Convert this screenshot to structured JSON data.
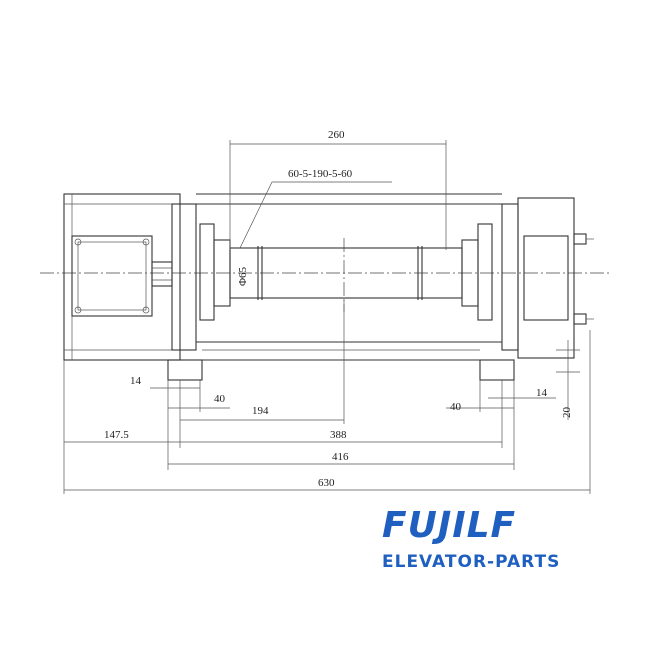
{
  "drawing": {
    "dimensions": {
      "top_span": "260",
      "rope_spec": "60-5-190-5-60",
      "diameter": "Φ65",
      "left_14": "14",
      "left_40": "40",
      "mid_194": "194",
      "right_40": "40",
      "right_14": "14",
      "right_20": "20",
      "left_147_5": "147.5",
      "span_388": "388",
      "span_416": "416",
      "total_630": "630"
    }
  },
  "brand": {
    "logo": "FUJILF",
    "tagline": "ELEVATOR-PARTS",
    "color": "#1f5fbf"
  }
}
